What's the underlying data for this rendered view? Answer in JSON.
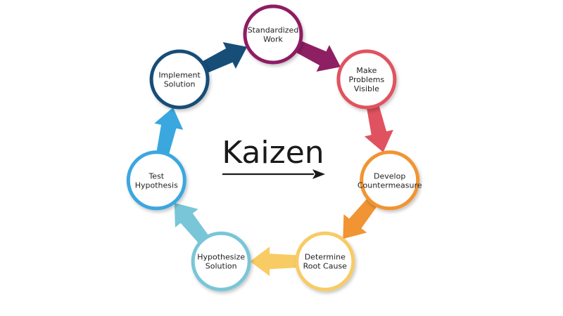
{
  "title": "Kaizen",
  "steps": [
    {
      "lines": [
        "Standardized",
        "Work"
      ],
      "color": "#8e1f63"
    },
    {
      "lines": [
        "Make",
        "Problems",
        "Visible"
      ],
      "color": "#e0525f"
    },
    {
      "lines": [
        "Develop",
        "Countermeasure"
      ],
      "color": "#f19433"
    },
    {
      "lines": [
        "Determine",
        "Root Cause"
      ],
      "color": "#f8cb64"
    },
    {
      "lines": [
        "Hypothesize",
        "Solution"
      ],
      "color": "#78c6d8"
    },
    {
      "lines": [
        "Test",
        "Hypothesis"
      ],
      "color": "#3aa7df"
    },
    {
      "lines": [
        "Implement",
        "Solution"
      ],
      "color": "#164e78"
    }
  ],
  "colors": {
    "title": "#1a1a1a",
    "title_arrow": "#1a1a1a",
    "background": "#ffffff"
  }
}
